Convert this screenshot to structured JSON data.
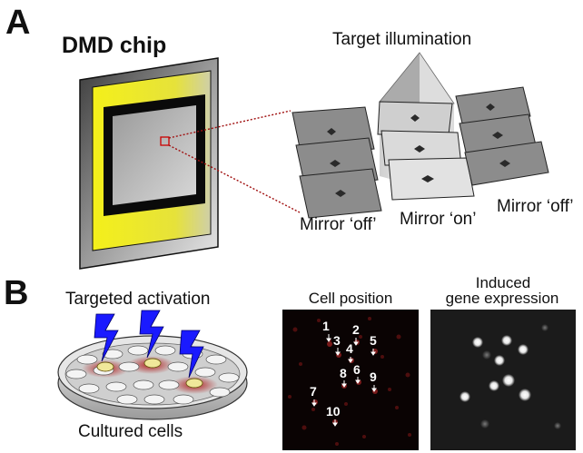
{
  "panel_a": {
    "letter": "A",
    "chip_title": "DMD chip",
    "target_label": "Target illumination",
    "mirror_off_left": "Mirror ‘off’",
    "mirror_on": "Mirror ‘on’",
    "mirror_off_right": "Mirror ‘off’"
  },
  "panel_b": {
    "letter": "B",
    "targeted_label": "Targeted activation",
    "cultured_label": "Cultured cells",
    "cell_position_label": "Cell position",
    "induced_line1": "Induced",
    "induced_line2": "gene expression",
    "cell_numbers": [
      "1",
      "2",
      "3",
      "4",
      "5",
      "6",
      "7",
      "8",
      "9",
      "10"
    ]
  },
  "colors": {
    "chip_yellow": "#f2ee1c",
    "lightning_blue": "#1a1aff",
    "laser_red": "#b01818",
    "mirror_gray": "#8a8a8a"
  }
}
